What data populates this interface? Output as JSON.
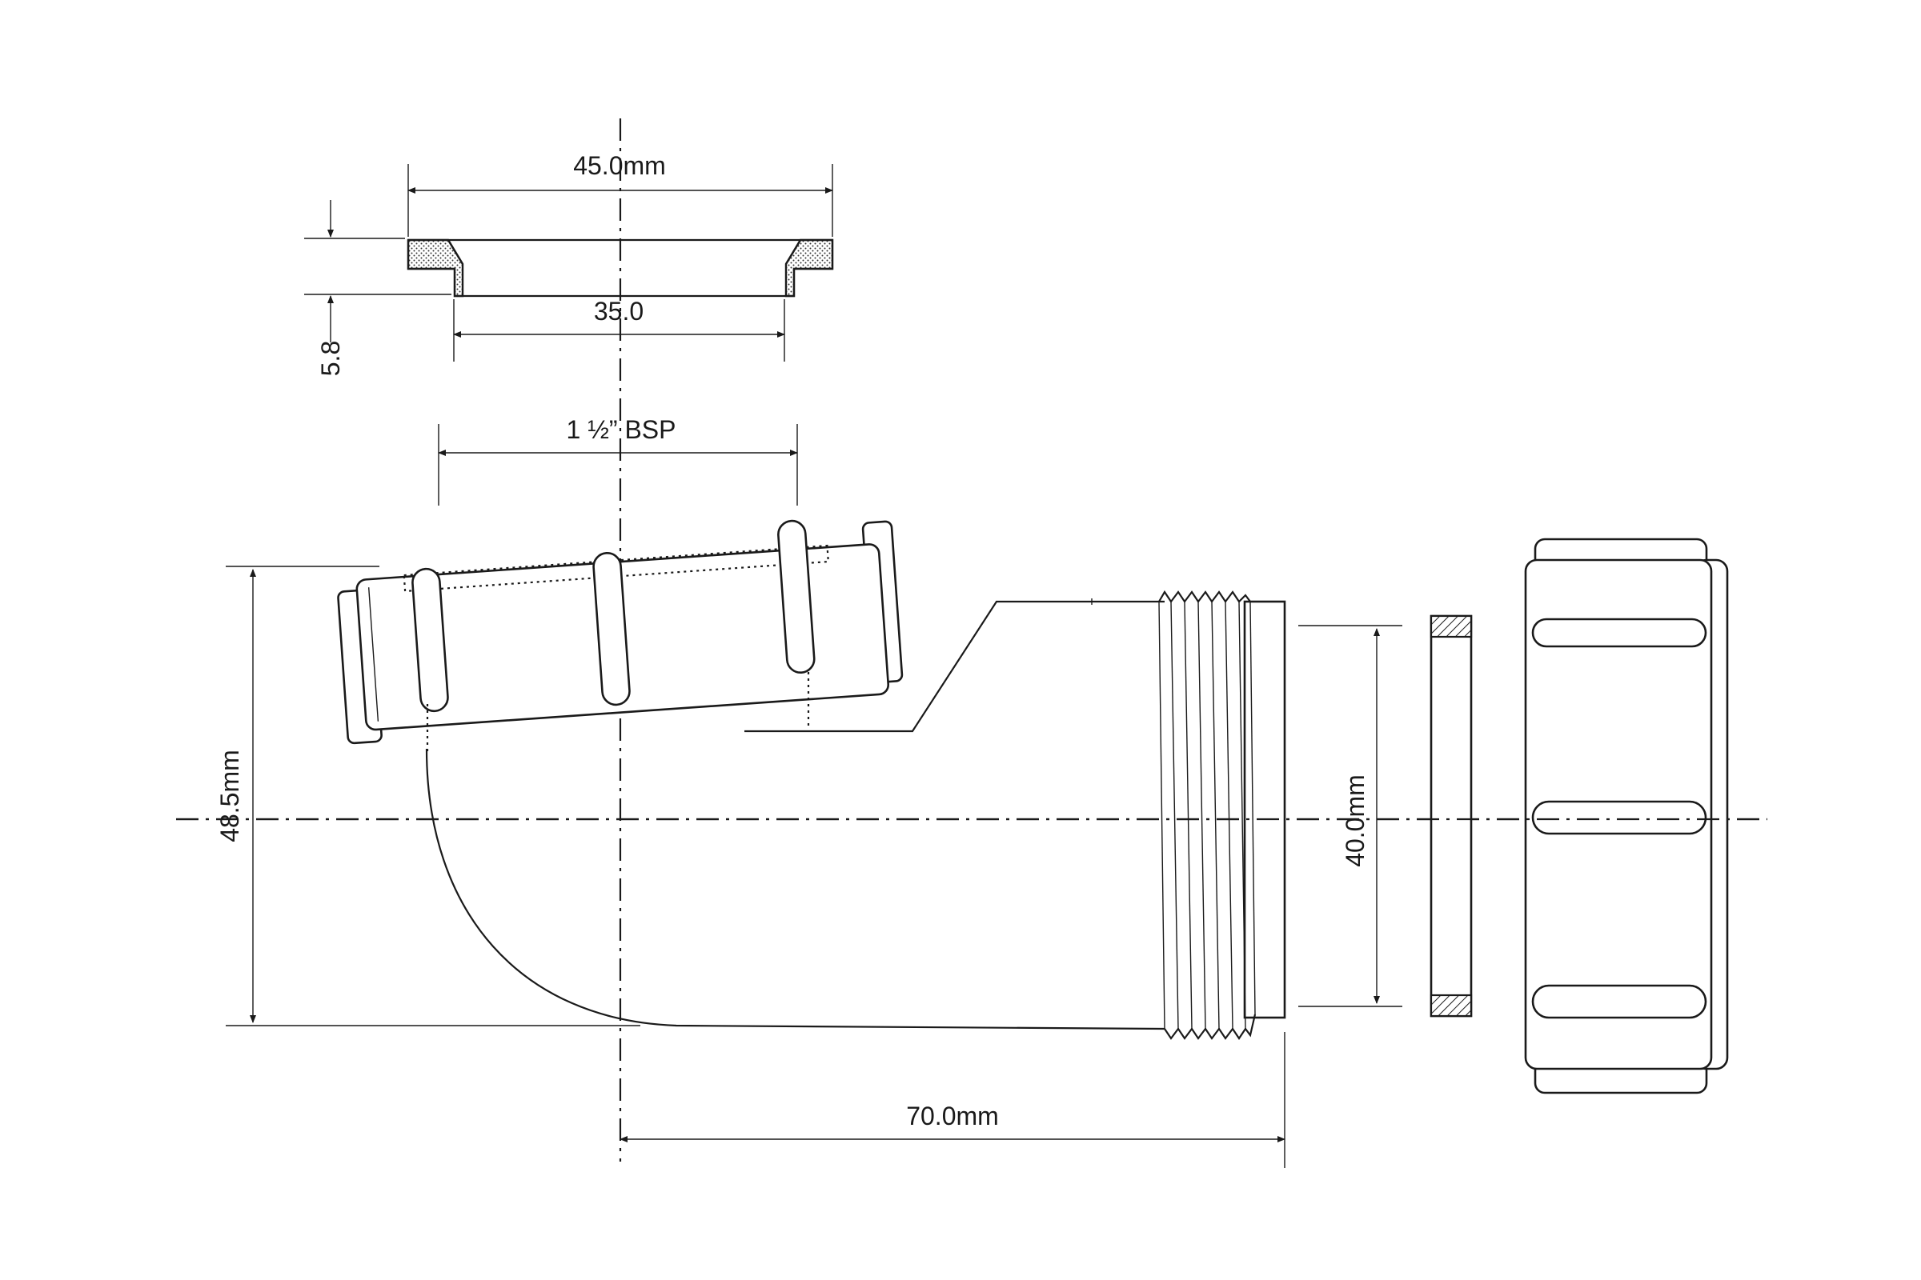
{
  "dimensions": {
    "gasket_outer": "45.0mm",
    "gasket_inner": "35.0",
    "gasket_height": "5.8",
    "thread": "1 ½” BSP",
    "inlet_height": "48.5mm",
    "outlet_diameter": "40.0mm",
    "length": "70.0mm"
  },
  "colors": {
    "line": "#1a1a1a",
    "background": "#ffffff"
  }
}
